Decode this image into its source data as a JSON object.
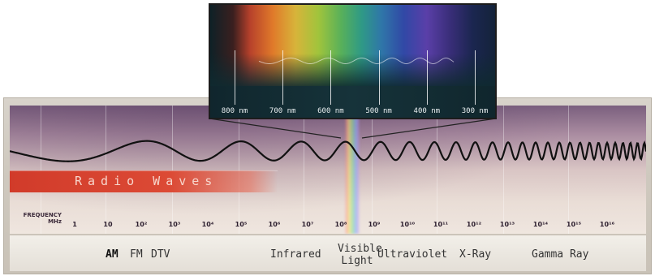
{
  "spectrum_box": {
    "wavelength_ticks": [
      "800 nm",
      "700 nm",
      "600 nm",
      "500 nm",
      "400 nm",
      "300 nm"
    ]
  },
  "axis": {
    "label_line1": "FREQUENCY",
    "label_line2": "MHz",
    "ticks": [
      "1",
      "10",
      "10²",
      "10³",
      "10⁴",
      "10⁵",
      "10⁶",
      "10⁷",
      "10⁸",
      "10⁹",
      "10¹⁰",
      "10¹¹",
      "10¹²",
      "10¹³",
      "10¹⁴",
      "10¹⁵",
      "10¹⁶"
    ]
  },
  "radio_band": {
    "label": "Radio Waves"
  },
  "bands": {
    "am": "AM",
    "fm": "FM",
    "dtv": "DTV",
    "infrared": "Infrared",
    "visible_line1": "Visible",
    "visible_line2": "Light",
    "ultraviolet": "Ultraviolet",
    "xray": "X-Ray",
    "gamma": "Gamma Ray"
  },
  "colors": {
    "radio_band": "#d13b2a",
    "panel_top": "#7a5f7e",
    "wave_stroke": "#111111"
  }
}
